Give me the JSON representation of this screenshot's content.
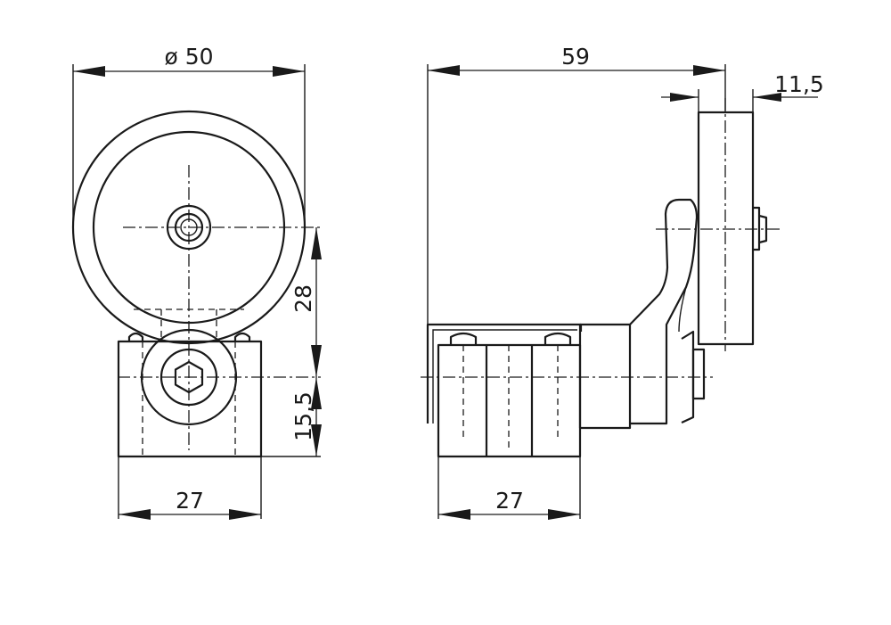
{
  "dimensions": {
    "front_diameter": "ø 50",
    "front_height_to_axle": "28",
    "front_base_height": "15,5",
    "front_base_width": "27",
    "side_overall_length": "59",
    "side_roller_width": "11,5",
    "side_base_width": "27"
  }
}
